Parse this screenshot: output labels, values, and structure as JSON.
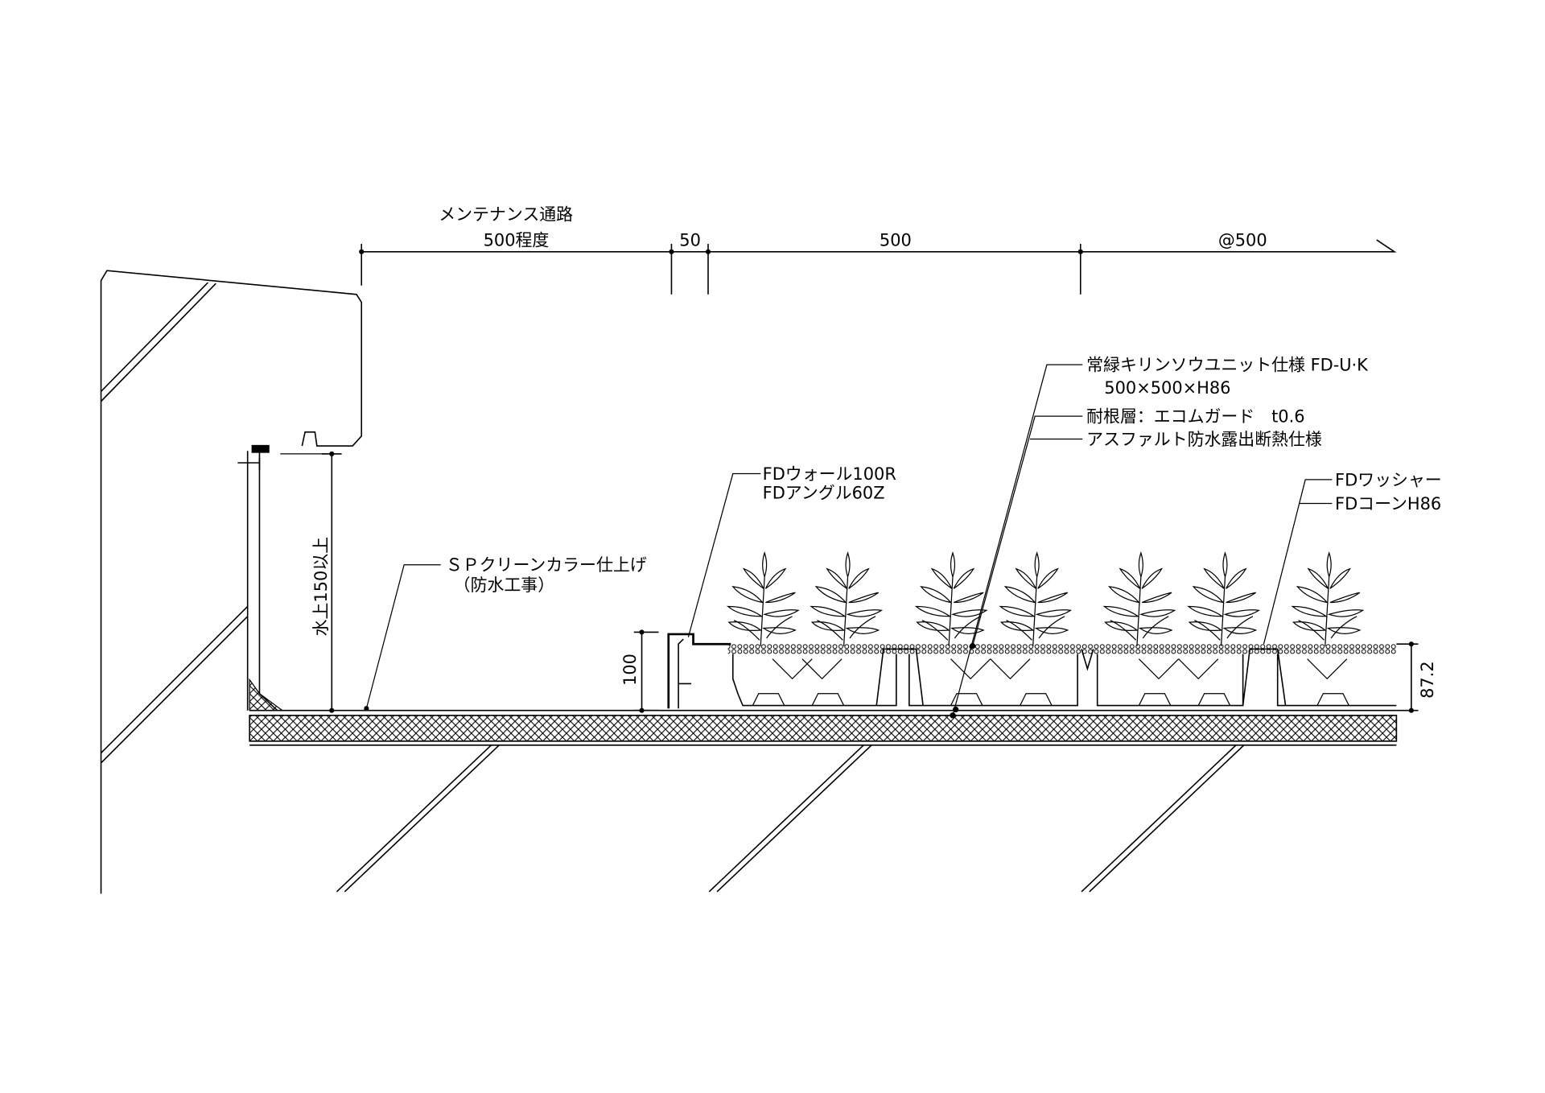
{
  "drawing": {
    "dimensions_top": {
      "maintenance_path_label": "メンテナンス通路",
      "maintenance_width": "500程度",
      "gap": "50",
      "unit_width": "500",
      "pitch": "@500"
    },
    "dimension_upstand": "水上150以上",
    "dimension_wall_height": "100",
    "dimension_unit_height": "87.2",
    "labels": {
      "finish_line1": "ＳＰクリーンカラー仕上げ",
      "finish_line2": "（防水工事）",
      "wall_line1": "FDウォール100R",
      "wall_line2": "FDアングル60Z",
      "unit_line1": "常緑キリンソウユニット仕様 FD-U·K",
      "unit_line2": "500×500×H86",
      "root_barrier": "耐根層：エコムガード　t0.6",
      "waterproofing": "アスファルト防水露出断熱仕様",
      "washer": "FDワッシャー",
      "cone": "FDコーンH86"
    },
    "colors": {
      "line": "#000000",
      "background": "#ffffff"
    }
  }
}
